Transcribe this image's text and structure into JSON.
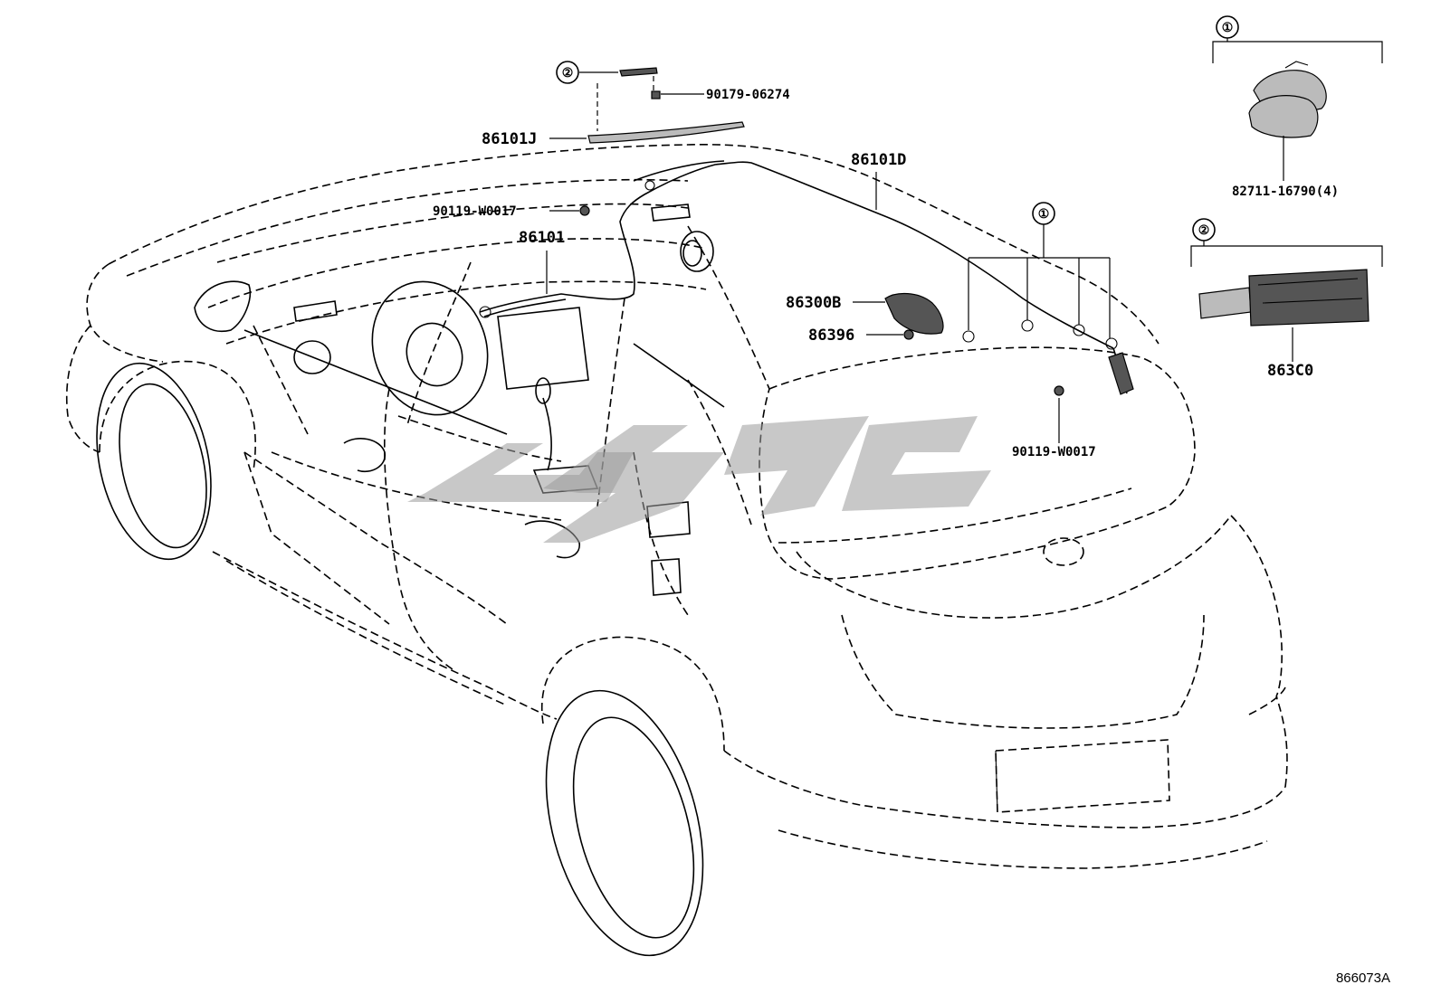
{
  "diagram": {
    "reference_code": "866073A",
    "callouts": {
      "c1": "①",
      "c2": "②"
    },
    "labels": {
      "p90179_06274": "90179-06274",
      "p86101J": "86101J",
      "p90119_w0017_front": "90119-W0017",
      "p86101": "86101",
      "p86101D": "86101D",
      "p86300B": "86300B",
      "p86396": "86396",
      "p90119_w0017_rear": "90119-W0017",
      "p82711_16790": "82711-16790(4)",
      "p863C0": "863C0"
    }
  }
}
